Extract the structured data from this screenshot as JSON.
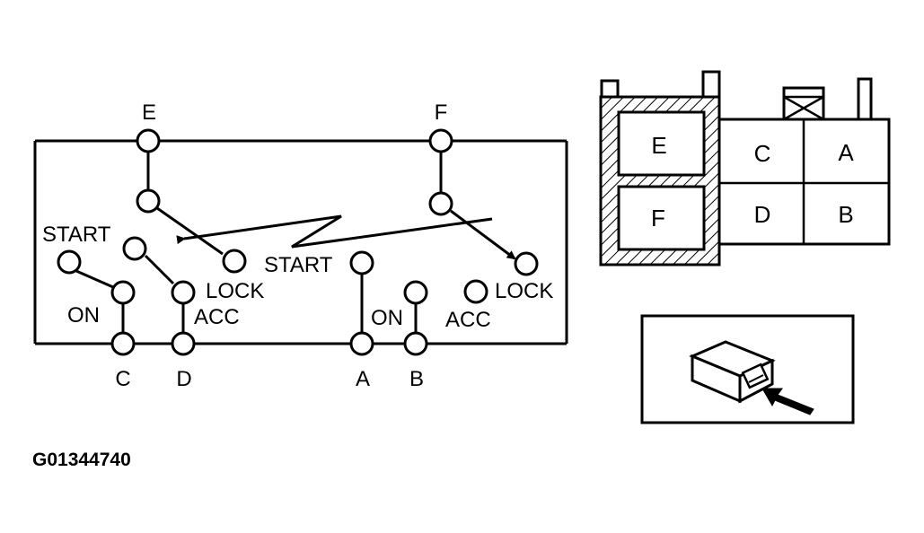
{
  "switch": {
    "terminal_e": "E",
    "terminal_f": "F",
    "terminal_c": "C",
    "terminal_d": "D",
    "terminal_a": "A",
    "terminal_b": "B",
    "left_start": "START",
    "left_on": "ON",
    "left_acc": "ACC",
    "left_lock": "LOCK",
    "right_start": "START",
    "right_on": "ON",
    "right_acc": "ACC",
    "right_lock": "LOCK"
  },
  "connector": {
    "cell_e": "E",
    "cell_f": "F",
    "cell_c": "C",
    "cell_a": "A",
    "cell_d": "D",
    "cell_b": "B"
  },
  "figure_id": "G01344740"
}
